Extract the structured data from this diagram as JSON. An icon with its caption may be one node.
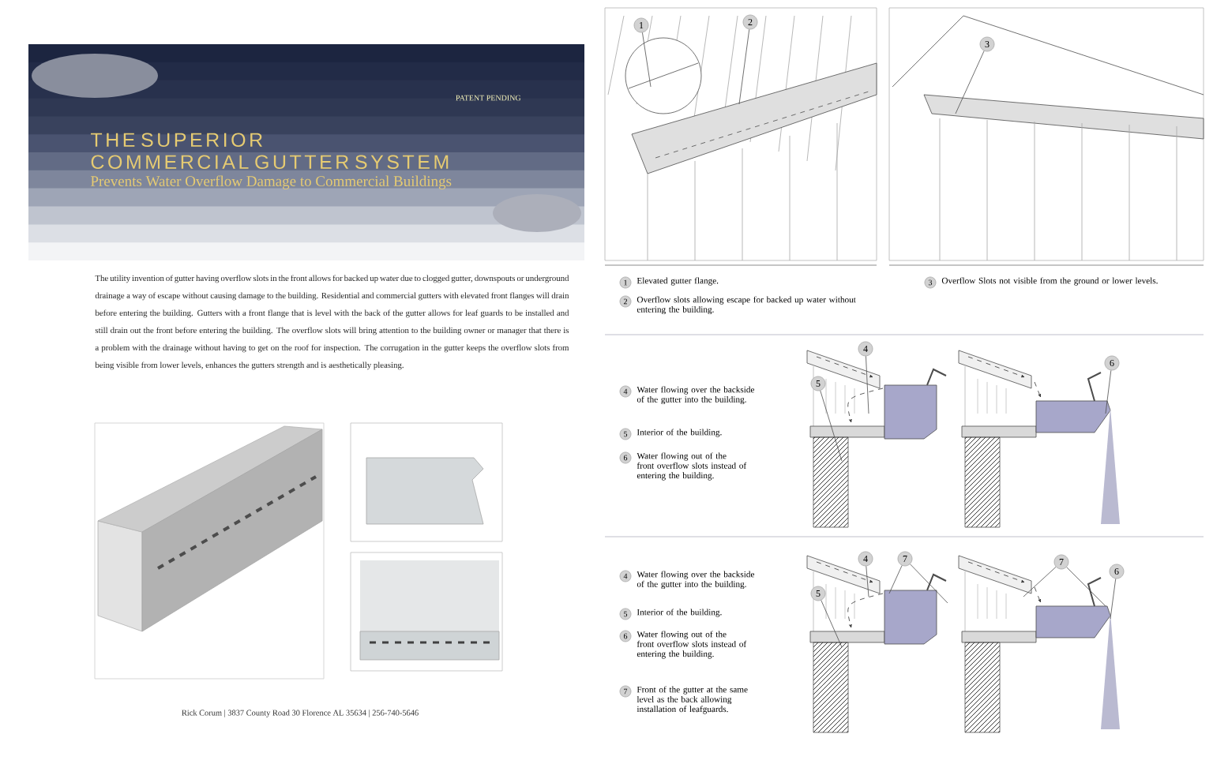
{
  "diagram": {
    "title": "THE SUPERIOR COMMERCIAL GUTTER SYSTEM",
    "nodes": [
      {
        "text": [
          "1"
        ],
        "in": 11
      },
      {
        "text": [
          "2"
        ],
        "in": 11
      },
      {
        "text": [
          "3"
        ],
        "in": 12
      },
      {
        "text": [
          "4"
        ]
      },
      {
        "text": [
          "5"
        ],
        "in": 13
      },
      {
        "text": [
          "6"
        ],
        "in": 14
      },
      {
        "text": [
          "4"
        ]
      },
      {
        "text": [
          "7"
        ]
      },
      {
        "text": [
          "5"
        ],
        "in": 15
      },
      {
        "text": [
          "7"
        ],
        "in": 16
      },
      {
        "text": [
          "6"
        ]
      },
      {
        "text": [],
        "shape": "picture"
      },
      {
        "text": [],
        "shape": "picture"
      },
      {
        "text": [],
        "shape": "picture"
      },
      {
        "text": [],
        "shape": "picture"
      },
      {
        "text": [],
        "shape": "picture"
      },
      {
        "text": [],
        "shape": "picture"
      }
    ],
    "edges": [
      {
        "from": 0,
        "to": 11,
        "arrow": "none"
      },
      {
        "from": 1,
        "to": 11,
        "arrow": "none"
      },
      {
        "from": 2,
        "to": 12,
        "arrow": "none"
      },
      {
        "from": 3,
        "to": 13,
        "arrow": "none"
      },
      {
        "from": 4,
        "to": 13,
        "arrow": "none"
      },
      {
        "from": 5,
        "to": 14,
        "arrow": "none"
      },
      {
        "from": 6,
        "to": 15,
        "arrow": "none"
      },
      {
        "from": 7,
        "to": 15,
        "arrow": "none"
      },
      {
        "from": 7,
        "to": 15,
        "arrow": "none"
      },
      {
        "from": 8,
        "to": 15,
        "arrow": "none"
      },
      {
        "from": 9,
        "to": 16,
        "arrow": "none"
      },
      {
        "from": 9,
        "to": 16,
        "arrow": "none"
      },
      {
        "from": 10,
        "to": 16,
        "arrow": "none"
      }
    ],
    "labels": [
      "PATENT PENDING",
      "Prevents Water Overflow Damage to Commercial Buildings",
      "The utility invention of gutter having overflow slots in the front allows for backed up water due to clogged gutter, downspouts or underground drainage a way of escape without causing damage to the building. Residential and commercial gutters with elevated front flanges will drain before entering the building. Gutters with a front flange that is level with the back of the gutter allows for leaf guards to be installed and still drain out the front before entering the building. The overflow slots will bring attention to the building owner or manager that there is a problem with the drainage without having to get on the roof for inspection. The corrugation in the gutter keeps the overflow slots from being visible from lower levels, enhances the gutters strength and is aesthetically pleasing.",
      "Rick Corum | 3837 County Road 30 Florence AL 35634 | 256-740-5646",
      "1",
      "Elevated gutter flange.",
      "2",
      "Overflow slots allowing escape for backed up water without entering the building.",
      "3",
      "Overflow Slots not visible from the ground or lower levels.",
      "4",
      "Water flowing over the backside of the gutter into the building.",
      "5",
      "Interior of the building.",
      "6",
      "Water flowing out of the front overflow slots instead of entering the building.",
      "4",
      "Water flowing over the backside of the gutter into the building.",
      "5",
      "Interior of the building.",
      "6",
      "Water flowing out of the front overflow slots instead of entering the building.",
      "7",
      "Front of the gutter at the same level as the back allowing installation of leafguards."
    ]
  }
}
